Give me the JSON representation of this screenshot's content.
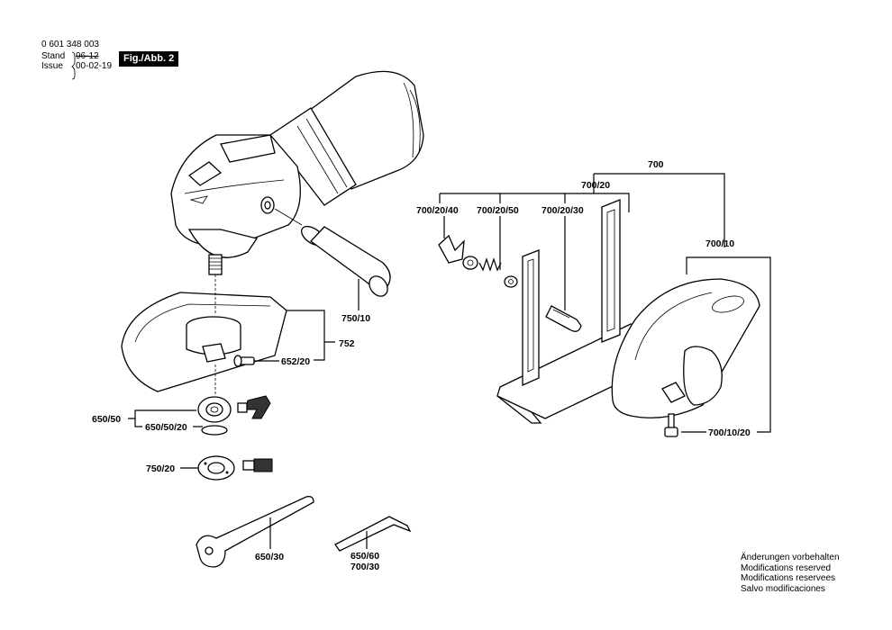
{
  "header": {
    "doc_number": "0 601 348 003",
    "stand_label": "Stand",
    "issue_label": "Issue",
    "stand_value": "96-12",
    "issue_value": "00-02-19",
    "figure_badge": "Fig./Abb. 2"
  },
  "parts": {
    "p700": "700",
    "p700_20": "700/20",
    "p700_20_40": "700/20/40",
    "p700_20_50": "700/20/50",
    "p700_20_30": "700/20/30",
    "p700_10": "700/10",
    "p700_10_20": "700/10/20",
    "p750_10": "750/10",
    "p752": "752",
    "p652_20": "652/20",
    "p650_50": "650/50",
    "p650_50_20": "650/50/20",
    "p750_20": "750/20",
    "p650_30": "650/30",
    "p650_60": "650/60",
    "p700_30": "700/30"
  },
  "notes": [
    "Änderungen vorbehalten",
    "Modifications reserved",
    "Modifications reservees",
    "Salvo modificaciones"
  ]
}
